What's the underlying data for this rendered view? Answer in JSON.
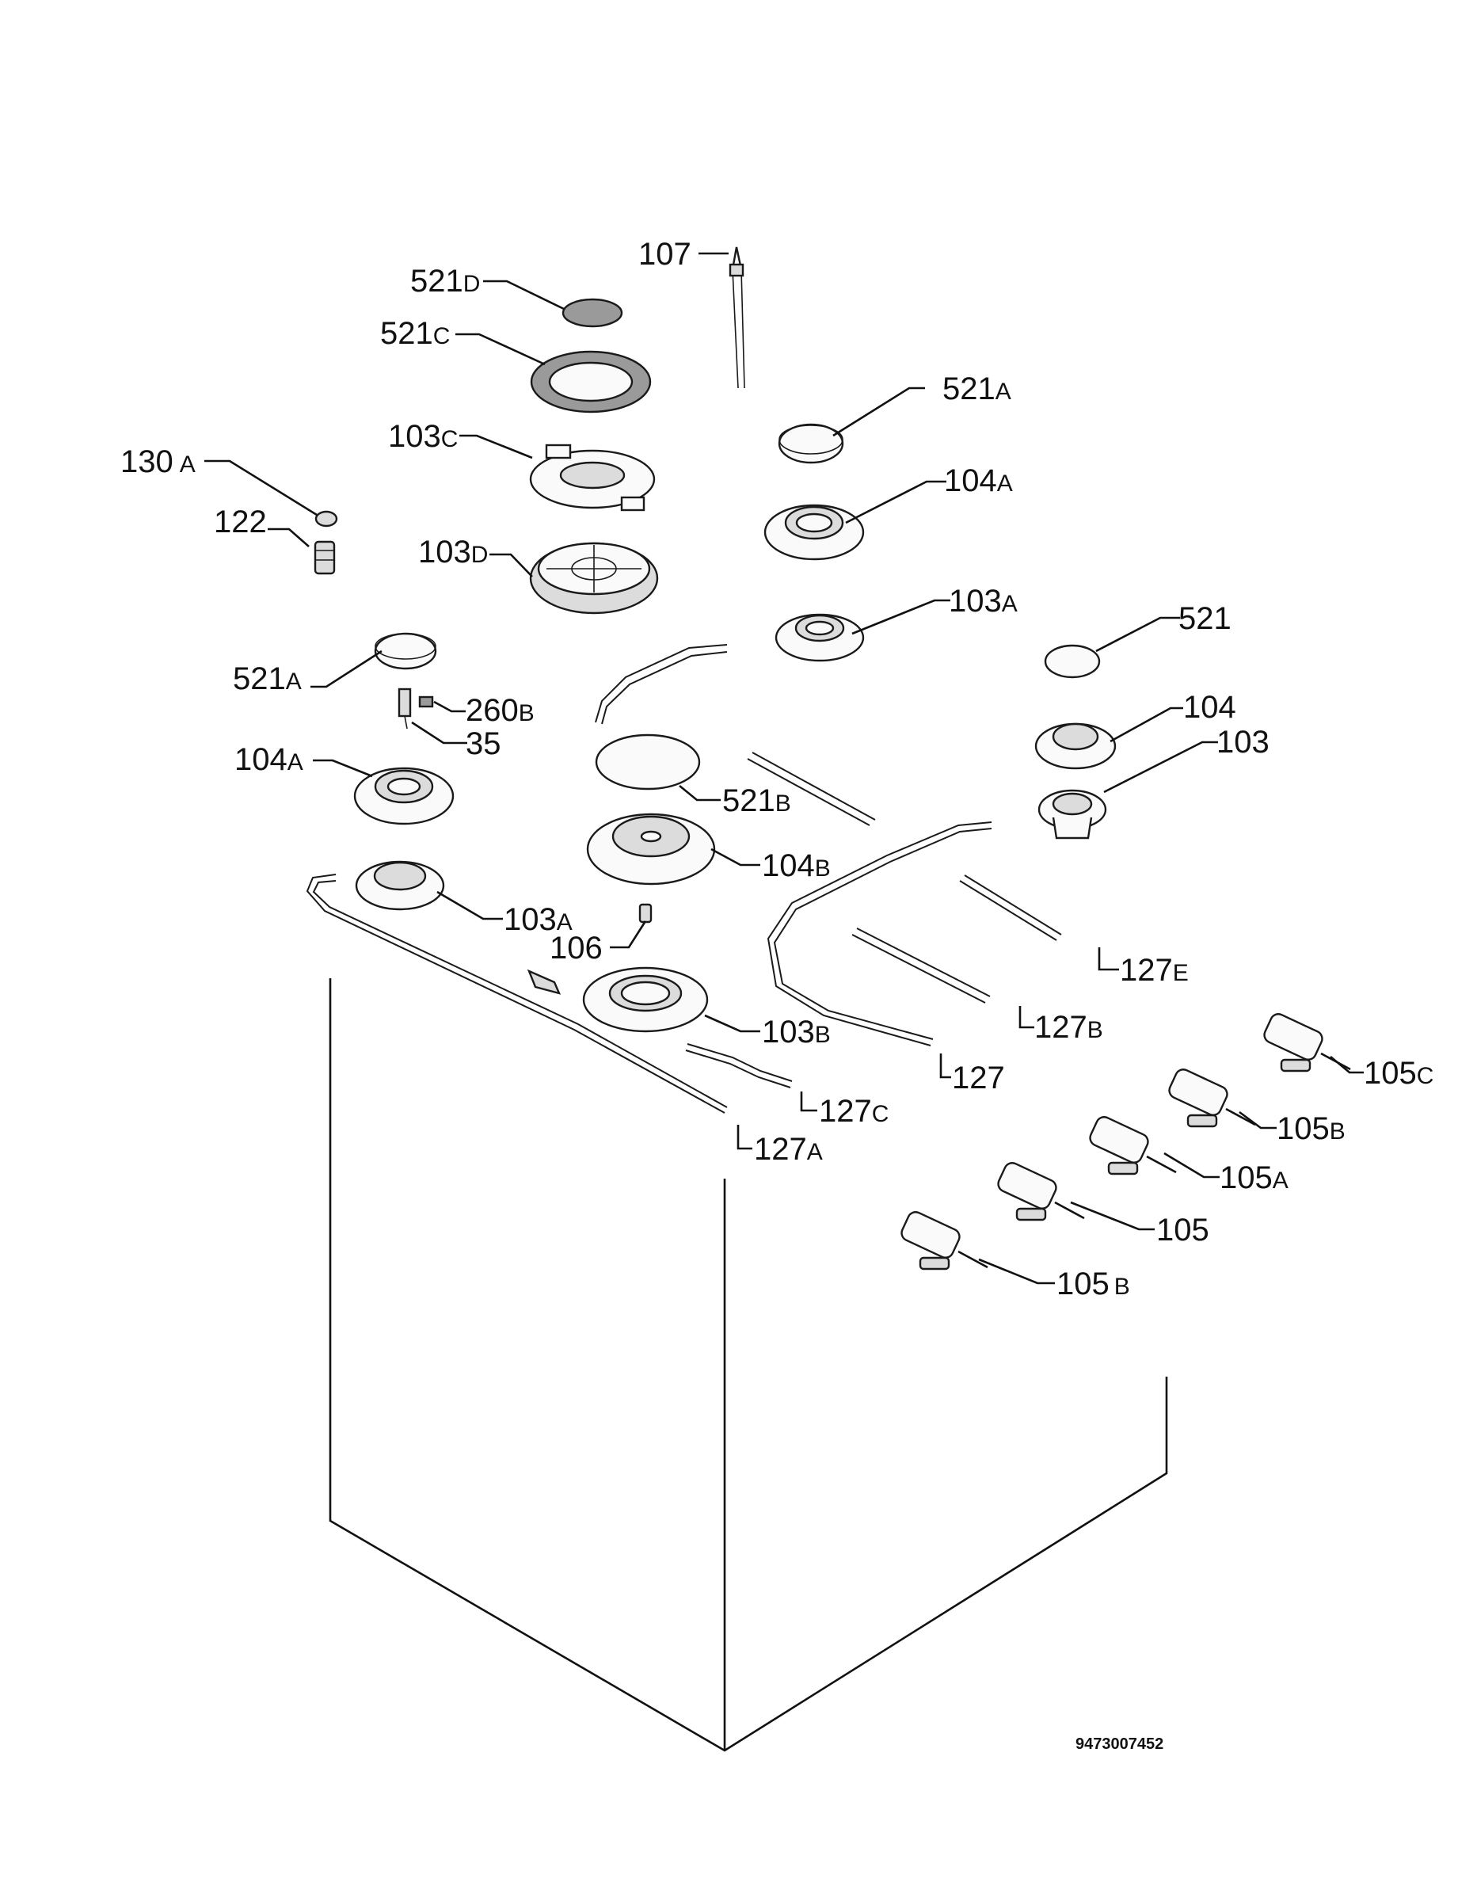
{
  "document_code": "9473007452",
  "part_labels": {
    "p107": {
      "num": "107",
      "suffix": ""
    },
    "p521D": {
      "num": "521",
      "suffix": "D"
    },
    "p521C": {
      "num": "521",
      "suffix": "C"
    },
    "p521A_r": {
      "num": "521",
      "suffix": "A"
    },
    "p103C": {
      "num": "103",
      "suffix": "C"
    },
    "p130A": {
      "num": "130",
      "suffix": "A"
    },
    "p104A_r": {
      "num": "104",
      "suffix": "A"
    },
    "p122": {
      "num": "122",
      "suffix": ""
    },
    "p103D": {
      "num": "103",
      "suffix": "D"
    },
    "p103A_r": {
      "num": "103",
      "suffix": "A"
    },
    "p521": {
      "num": "521",
      "suffix": ""
    },
    "p521A_l": {
      "num": "521",
      "suffix": "A"
    },
    "p260B": {
      "num": "260",
      "suffix": "B"
    },
    "p104": {
      "num": "104",
      "suffix": ""
    },
    "p35": {
      "num": "35",
      "suffix": ""
    },
    "p103": {
      "num": "103",
      "suffix": ""
    },
    "p104A_l": {
      "num": "104",
      "suffix": "A"
    },
    "p521B": {
      "num": "521",
      "suffix": "B"
    },
    "p104B": {
      "num": "104",
      "suffix": "B"
    },
    "p103A_l": {
      "num": "103",
      "suffix": "A"
    },
    "p106": {
      "num": "106",
      "suffix": ""
    },
    "p127E": {
      "num": "127",
      "suffix": "E"
    },
    "p103B": {
      "num": "103",
      "suffix": "B"
    },
    "p127B": {
      "num": "127",
      "suffix": "B"
    },
    "p105C": {
      "num": "105",
      "suffix": "C"
    },
    "p127": {
      "num": "127",
      "suffix": ""
    },
    "p127C": {
      "num": "127",
      "suffix": "C"
    },
    "p105B_u": {
      "num": "105",
      "suffix": "B"
    },
    "p127A": {
      "num": "127",
      "suffix": "A"
    },
    "p105A": {
      "num": "105",
      "suffix": "A"
    },
    "p105": {
      "num": "105",
      "suffix": ""
    },
    "p105B_l": {
      "num": "105",
      "suffix": "B"
    }
  }
}
